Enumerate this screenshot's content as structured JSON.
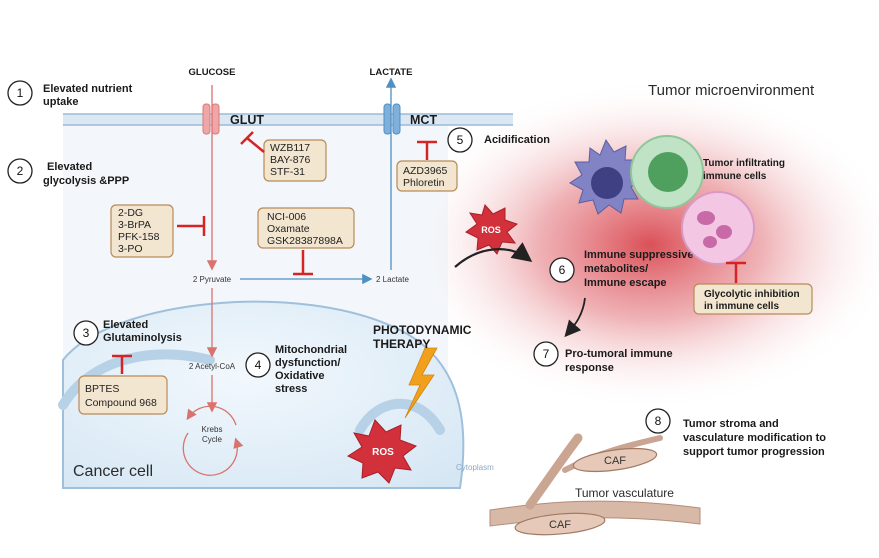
{
  "diagram": {
    "colors": {
      "membrane": "#b9cfe0",
      "glucose_arrow": "#d9736e",
      "lactate_arrow": "#4e8fc4",
      "inhibitor_fill": "#f3e6d0",
      "inhibitor_border": "#b88a57",
      "inhibition_bar": "#d62424",
      "ros": "#d2303a",
      "tumor_glow": "#d9474f",
      "lightning": "#f0a01c"
    },
    "steps": [
      {
        "number": "1",
        "line1": "Elevated nutrient",
        "line2": "uptake"
      },
      {
        "number": "2",
        "line1": "Elevated",
        "line2": "glycolysis &PPP"
      },
      {
        "number": "3",
        "line1": "Elevated",
        "line2": "Glutaminolysis"
      },
      {
        "number": "4",
        "line1": "Mitochondrial",
        "line2": "dysfunction/",
        "line3": "Oxidative",
        "line4": "stress"
      },
      {
        "number": "5",
        "line1": "Acidification"
      },
      {
        "number": "6",
        "line1": "Immune suppressive",
        "line2": "metabolites/",
        "line3": "Immune escape"
      },
      {
        "number": "7",
        "line1": "Pro-tumoral immune",
        "line2": "response"
      },
      {
        "number": "8",
        "line1": "Tumor stroma and",
        "line2": "vasculature modification to",
        "line3": "support tumor progression"
      }
    ],
    "labels": {
      "glucose": "GLUCOSE",
      "lactate": "LACTATE",
      "glut": "GLUT",
      "mct": "MCT",
      "tumor_microenvironment": "Tumor microenvironment",
      "pyruvate": "2 Pyruvate",
      "lactate_product": "2 Lactate",
      "acetyl_coa": "2 Acetyl-CoA",
      "krebs1": "Krebs",
      "krebs2": "Cycle",
      "cancer_cell": "Cancer cell",
      "cytoplasm": "Cytoplasm",
      "ros": "ROS",
      "photodynamic1": "PHOTODYNAMIC",
      "photodynamic2": "THERAPY",
      "tumor_infiltrating1": "Tumor infiltrating",
      "tumor_infiltrating2": "immune cells",
      "glycolytic1": "Glycolytic inhibition",
      "glycolytic2": "in immune cells",
      "caf": "CAF",
      "tumor_vasculature": "Tumor vasculature"
    },
    "inhibitors": {
      "glut": [
        "WZB117",
        "BAY-876",
        "STF-31"
      ],
      "glycolysis": [
        "2-DG",
        "3-BrPA",
        "PFK-158",
        "3-PO"
      ],
      "ldh": [
        "NCI-006",
        "Oxamate",
        "GSK28387898A"
      ],
      "mct": [
        "AZD3965",
        "Phloretin"
      ],
      "glutaminolysis": [
        "BPTES",
        "Compound 968"
      ]
    }
  }
}
